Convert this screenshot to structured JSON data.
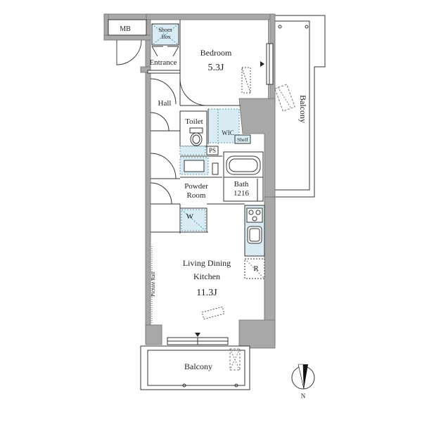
{
  "colors": {
    "wall": "#a8a8a8",
    "wall_stroke": "#6e6e6e",
    "fixture_fill": "#d9ecf3",
    "fixture_dash": "#4f9fc2",
    "line": "#333333"
  },
  "labels": {
    "mb": "MB",
    "shoes_box_line1": "Shoes",
    "shoes_box_line2": "Box",
    "entrance": "Entrance",
    "bedroom": "Bedroom",
    "bedroom_size": "5.3J",
    "hall": "Hall",
    "toilet": "Toilet",
    "wic": "WIC",
    "shelf": "Shelf",
    "ps": "PS",
    "powder_room_line1": "Powder",
    "powder_room_line2": "Room",
    "bath": "Bath",
    "bath_size": "1216",
    "w": "W",
    "r": "R",
    "ldk_line1": "Living Dining",
    "ldk_line2": "Kitchen",
    "ldk_size": "11.3J",
    "picture_rail": "Picture Rail",
    "balcony_top": "Balcony",
    "balcony_bottom": "Balcony",
    "north": "N"
  },
  "icons": [
    "north-arrow-icon",
    "washing-machine-icon",
    "refrigerator-icon",
    "stove-icon",
    "sink-icon",
    "bathtub-icon",
    "toilet-icon"
  ]
}
